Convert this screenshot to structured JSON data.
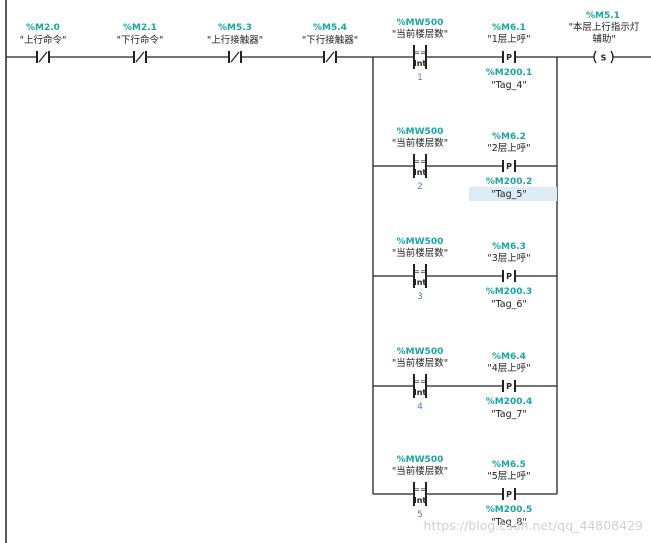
{
  "network": {
    "series_contacts": [
      {
        "address": "%M2.0",
        "tag": "\"上行命令\"",
        "type": "nc"
      },
      {
        "address": "%M2.1",
        "tag": "\"下行命令\"",
        "type": "nc"
      },
      {
        "address": "%M5.3",
        "tag": "\"上行接触器\"",
        "type": "nc"
      },
      {
        "address": "%M5.4",
        "tag": "\"下行接触器\"",
        "type": "nc"
      }
    ],
    "branches": [
      {
        "compare_address": "%MW500",
        "compare_tag": "\"当前楼层数\"",
        "compare_op": "==",
        "compare_type": "Int",
        "compare_value": "1",
        "edge_address": "%M6.1",
        "edge_tag": "\"1层上呼\"",
        "edge_symbol": "P",
        "mem_address": "%M200.1",
        "mem_tag": "\"Tag_4\"",
        "selected": false
      },
      {
        "compare_address": "%MW500",
        "compare_tag": "\"当前楼层数\"",
        "compare_op": "==",
        "compare_type": "Int",
        "compare_value": "2",
        "edge_address": "%M6.2",
        "edge_tag": "\"2层上呼\"",
        "edge_symbol": "P",
        "mem_address": "%M200.2",
        "mem_tag": "\"Tag_5\"",
        "selected": true
      },
      {
        "compare_address": "%MW500",
        "compare_tag": "\"当前楼层数\"",
        "compare_op": "==",
        "compare_type": "Int",
        "compare_value": "3",
        "edge_address": "%M6.3",
        "edge_tag": "\"3层上呼\"",
        "edge_symbol": "P",
        "mem_address": "%M200.3",
        "mem_tag": "\"Tag_6\"",
        "selected": false
      },
      {
        "compare_address": "%MW500",
        "compare_tag": "\"当前楼层数\"",
        "compare_op": "==",
        "compare_type": "Int",
        "compare_value": "4",
        "edge_address": "%M6.4",
        "edge_tag": "\"4层上呼\"",
        "edge_symbol": "P",
        "mem_address": "%M200.4",
        "mem_tag": "\"Tag_7\"",
        "selected": false
      },
      {
        "compare_address": "%MW500",
        "compare_tag": "\"当前楼层数\"",
        "compare_op": "==",
        "compare_type": "Int",
        "compare_value": "5",
        "edge_address": "%M6.5",
        "edge_tag": "\"5层上呼\"",
        "edge_symbol": "P",
        "mem_address": "%M200.5",
        "mem_tag": "\"Tag_8\"",
        "selected": false
      }
    ],
    "coil": {
      "address": "%M5.1",
      "tag_line1": "\"本层上行指示灯",
      "tag_line2": "辅助\"",
      "symbol": "S"
    }
  },
  "watermark": "https://blog.csdn.net/qq_44808429",
  "colors": {
    "address": "#1aa5a5",
    "wire": "#222222",
    "constant": "#4a7fc8",
    "selection": "#dcecf7",
    "watermark": "#d0d0d0"
  }
}
